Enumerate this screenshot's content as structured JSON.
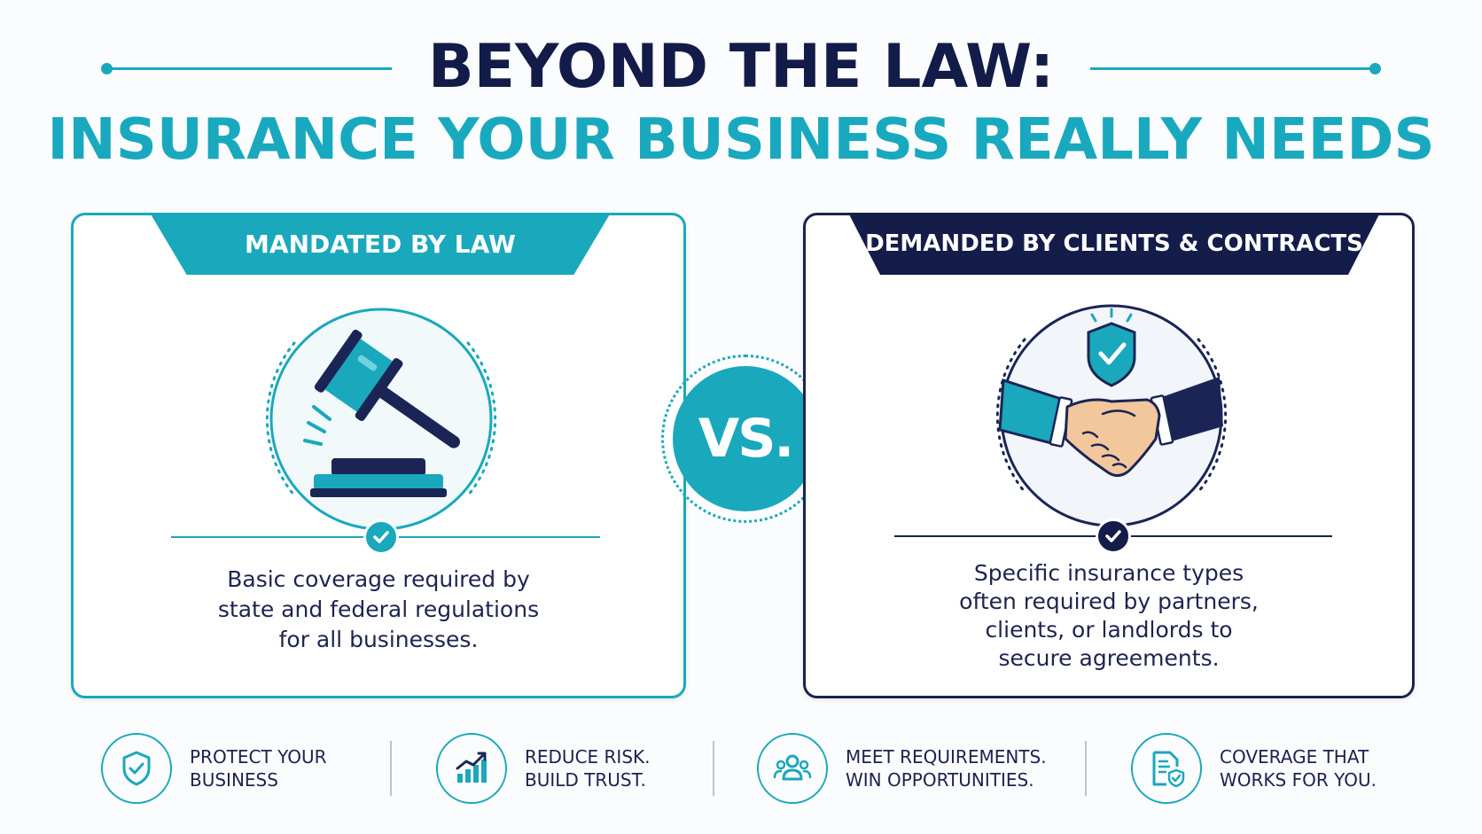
{
  "header": {
    "title": "BEYOND THE LAW:",
    "subtitle": "INSURANCE YOUR BUSINESS REALLY NEEDS"
  },
  "left_card": {
    "banner": "MANDATED BY LAW",
    "illustration": "gavel-icon",
    "description": "Basic coverage required by state and federal regulations for all businesses.",
    "desc_lines": [
      "Basic coverage required by",
      "state and federal regulations",
      "for all businesses."
    ]
  },
  "vs": {
    "label": "VS."
  },
  "right_card": {
    "banner": "DEMANDED BY CLIENTS & CONTRACTS",
    "illustration": "handshake-icon",
    "desc_lines": [
      "Specific insurance types",
      "often required by partners,",
      "clients, or landlords to",
      "secure agreements."
    ]
  },
  "features": [
    {
      "icon": "shield-check-icon",
      "line1": "PROTECT YOUR",
      "line2": "BUSINESS"
    },
    {
      "icon": "growth-chart-icon",
      "line1": "REDUCE RISK.",
      "line2": "BUILD TRUST."
    },
    {
      "icon": "people-group-icon",
      "line1": "MEET REQUIREMENTS.",
      "line2": "WIN OPPORTUNITIES."
    },
    {
      "icon": "document-shield-icon",
      "line1": "COVERAGE THAT",
      "line2": "WORKS FOR YOU."
    }
  ],
  "colors": {
    "teal": "#1aa8bd",
    "navy": "#141c4a",
    "background": "#fbfcfd"
  }
}
